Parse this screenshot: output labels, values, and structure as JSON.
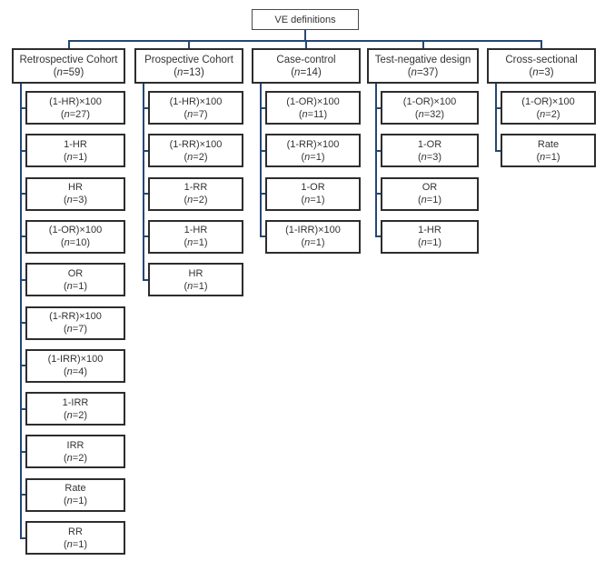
{
  "root": {
    "label": "VE definitions"
  },
  "labels": {
    "open": "(",
    "n": "n",
    "eq": "=",
    "close": ")"
  },
  "colors": {
    "connector": "#254776",
    "border": "#2d2d2d",
    "text": "#333333",
    "background": "#ffffff"
  },
  "columns": [
    {
      "label": "Retrospective Cohort",
      "n": "59",
      "children": [
        {
          "formula": "(1-HR)×100",
          "n": "27"
        },
        {
          "formula": "1-HR",
          "n": "1"
        },
        {
          "formula": "HR",
          "n": "3"
        },
        {
          "formula": "(1-OR)×100",
          "n": "10"
        },
        {
          "formula": "OR",
          "n": "1"
        },
        {
          "formula": "(1-RR)×100",
          "n": "7"
        },
        {
          "formula": "(1-IRR)×100",
          "n": "4"
        },
        {
          "formula": "1-IRR",
          "n": "2"
        },
        {
          "formula": "IRR",
          "n": "2"
        },
        {
          "formula": "Rate",
          "n": "1"
        },
        {
          "formula": "RR",
          "n": "1"
        }
      ]
    },
    {
      "label": "Prospective Cohort",
      "n": "13",
      "children": [
        {
          "formula": "(1-HR)×100",
          "n": "7"
        },
        {
          "formula": "(1-RR)×100",
          "n": "2"
        },
        {
          "formula": "1-RR",
          "n": "2"
        },
        {
          "formula": "1-HR",
          "n": "1"
        },
        {
          "formula": "HR",
          "n": "1"
        }
      ]
    },
    {
      "label": "Case-control",
      "n": "14",
      "children": [
        {
          "formula": "(1-OR)×100",
          "n": "11"
        },
        {
          "formula": "(1-RR)×100",
          "n": "1"
        },
        {
          "formula": "1-OR",
          "n": "1"
        },
        {
          "formula": "(1-IRR)×100",
          "n": "1"
        }
      ]
    },
    {
      "label": "Test-negative design",
      "n": "37",
      "children": [
        {
          "formula": "(1-OR)×100",
          "n": "32"
        },
        {
          "formula": "1-OR",
          "n": "3"
        },
        {
          "formula": "OR",
          "n": "1"
        },
        {
          "formula": "1-HR",
          "n": "1"
        }
      ]
    },
    {
      "label": "Cross-sectional",
      "n": "3",
      "children": [
        {
          "formula": "(1-OR)×100",
          "n": "2"
        },
        {
          "formula": "Rate",
          "n": "1"
        }
      ]
    }
  ]
}
